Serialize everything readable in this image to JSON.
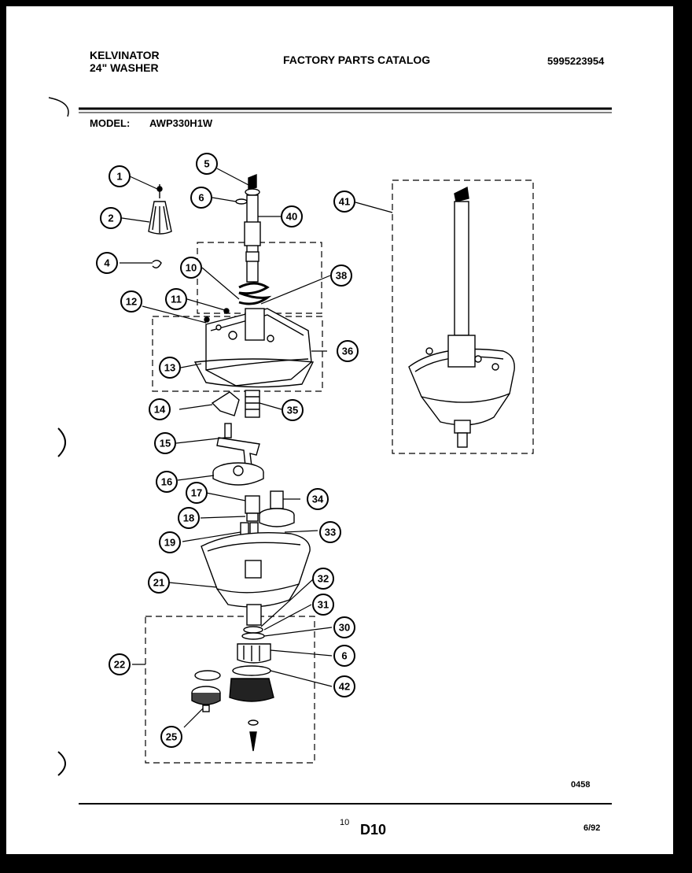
{
  "header": {
    "brand": "KELVINATOR",
    "product": "24\" WASHER",
    "catalog_title": "FACTORY PARTS CATALOG",
    "catalog_number": "5995223954"
  },
  "model": {
    "label": "MODEL:",
    "value": "AWP330H1W"
  },
  "footer": {
    "drawing_number": "0458",
    "page_number": "10",
    "section": "D10",
    "date": "6/92"
  },
  "callouts": [
    "1",
    "2",
    "4",
    "5",
    "6",
    "10",
    "11",
    "12",
    "13",
    "14",
    "15",
    "16",
    "17",
    "18",
    "19",
    "21",
    "22",
    "25",
    "30",
    "31",
    "32",
    "33",
    "34",
    "35",
    "36",
    "38",
    "40",
    "41",
    "42",
    "6"
  ],
  "colors": {
    "ink": "#000000",
    "paper": "#ffffff",
    "border": "#000000"
  }
}
